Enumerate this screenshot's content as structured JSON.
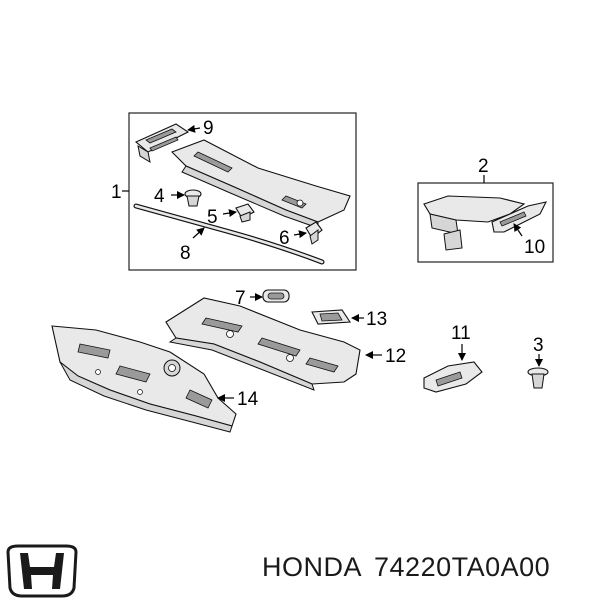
{
  "diagram": {
    "callouts": {
      "c1": "1",
      "c2": "2",
      "c3": "3",
      "c4": "4",
      "c5": "5",
      "c6": "6",
      "c7": "7",
      "c8": "8",
      "c9": "9",
      "c10": "10",
      "c11": "11",
      "c12": "12",
      "c13": "13",
      "c14": "14"
    }
  },
  "caption": {
    "brand": "HONDA",
    "part_number": "74220TA0A00"
  },
  "logo": {
    "icon": "honda-logo-icon",
    "color": "#1a1a1a"
  }
}
